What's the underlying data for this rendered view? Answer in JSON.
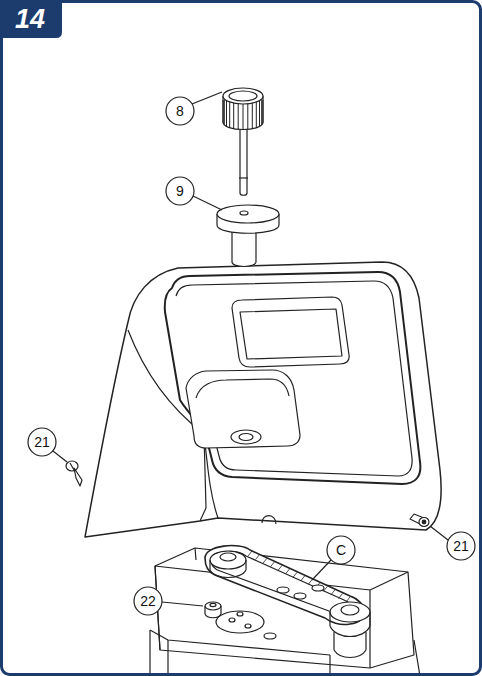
{
  "diagram": {
    "title": "14",
    "labels": [
      "8",
      "9",
      "21",
      "21",
      "C",
      "22"
    ]
  }
}
